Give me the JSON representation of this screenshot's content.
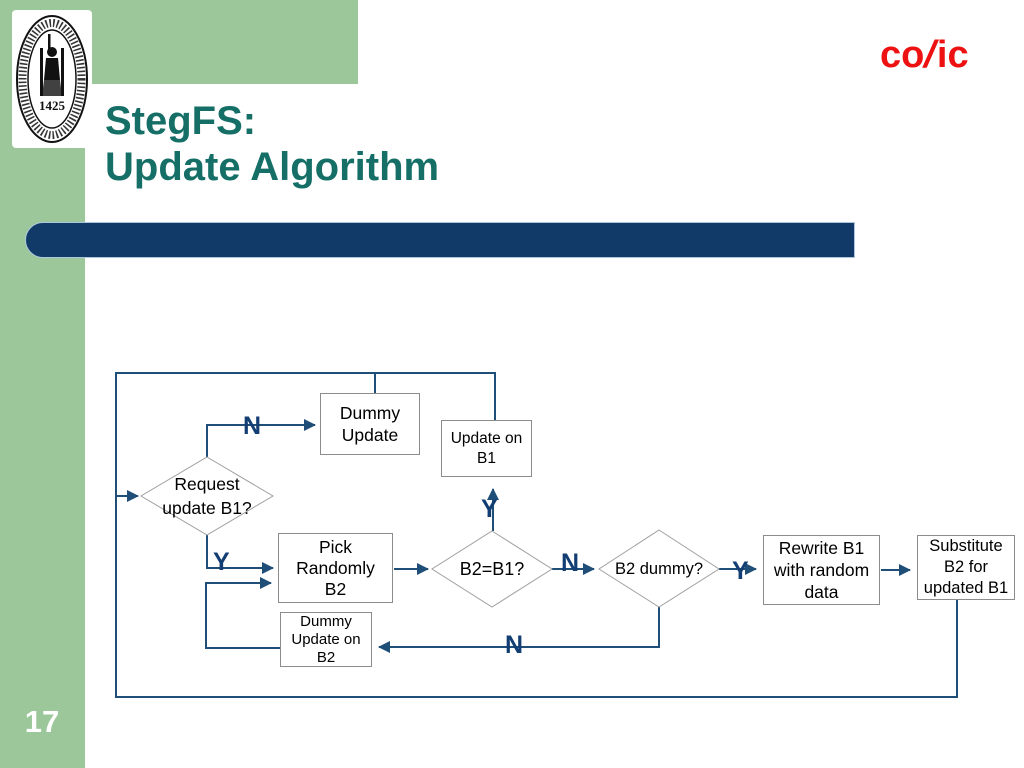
{
  "page": {
    "number": "17"
  },
  "header": {
    "title_line1": "StegFS:",
    "title_line2": "Update Algorithm",
    "seal_year": "1425",
    "cosic_part1": "co",
    "cosic_slash": "/",
    "cosic_part2": "ic"
  },
  "colors": {
    "frame_green": "#9CC79B",
    "navy_bar": "#113A68",
    "connector_navy": "#1F4E79",
    "title_teal": "#156F66",
    "cosic_red": "#EE1111"
  },
  "flowchart": {
    "nodes": {
      "dummy_update": "Dummy\nUpdate",
      "update_on_b1": "Update on\nB1",
      "request_update_b1": "Request\nupdate B1?",
      "pick_randomly_b2": "Pick\nRandomly\nB2",
      "b2_eq_b1": "B2=B1?",
      "b2_dummy": "B2 dummy?",
      "rewrite_b1": "Rewrite B1\nwith random\ndata",
      "substitute_b2": "Substitute\nB2 for\nupdated B1",
      "dummy_update_on_b2": "Dummy\nUpdate on\nB2"
    },
    "labels": {
      "n_request": "N",
      "y_request": "Y",
      "y_b2eq": "Y",
      "n_b2eq": "N",
      "y_b2dummy": "Y",
      "n_b2dummy": "N"
    }
  }
}
